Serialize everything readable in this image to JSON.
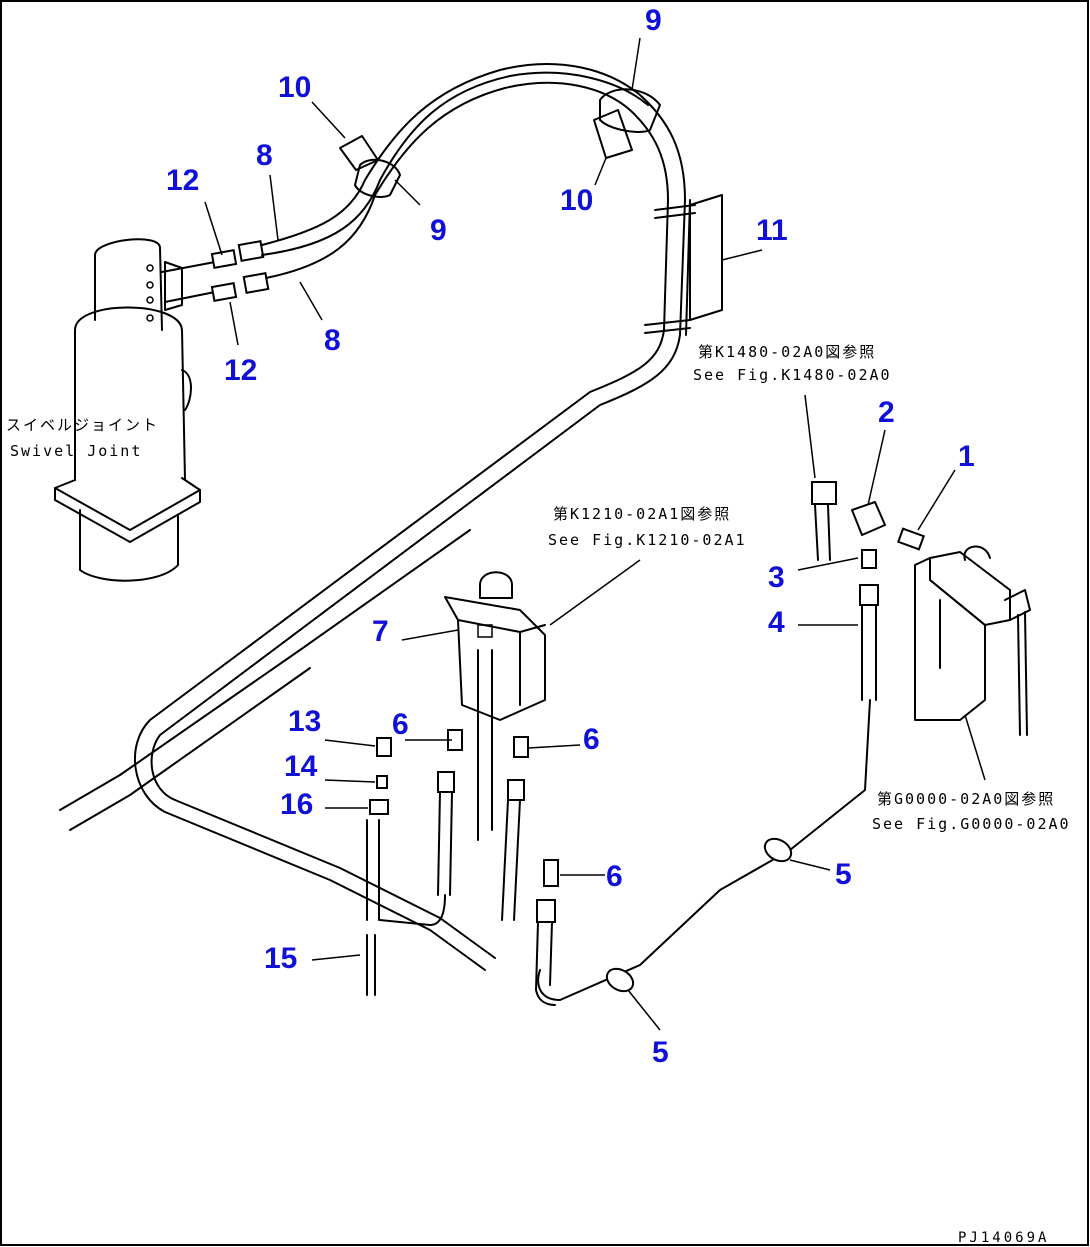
{
  "callouts": {
    "c1": "1",
    "c2": "2",
    "c3": "3",
    "c4": "4",
    "c5a": "5",
    "c5b": "5",
    "c6a": "6",
    "c6b": "6",
    "c6c": "6",
    "c7": "7",
    "c8a": "8",
    "c8b": "8",
    "c9a": "9",
    "c9b": "9",
    "c10a": "10",
    "c10b": "10",
    "c11": "11",
    "c12a": "12",
    "c12b": "12",
    "c13": "13",
    "c14": "14",
    "c15": "15",
    "c16": "16"
  },
  "notes": {
    "swivel_jp": "スイベルジョイント",
    "swivel_en": "Swivel Joint",
    "ref_k1480_jp": "第K1480-02A0図参照",
    "ref_k1480_en": "See Fig.K1480-02A0",
    "ref_k1210_jp": "第K1210-02A1図参照",
    "ref_k1210_en": "See Fig.K1210-02A1",
    "ref_g0000_jp": "第G0000-02A0図参照",
    "ref_g0000_en": "See Fig.G0000-02A0"
  },
  "drawing_code": "PJ14069A",
  "colors": {
    "callout": "#1010d8",
    "line": "#000000",
    "background": "#ffffff"
  }
}
